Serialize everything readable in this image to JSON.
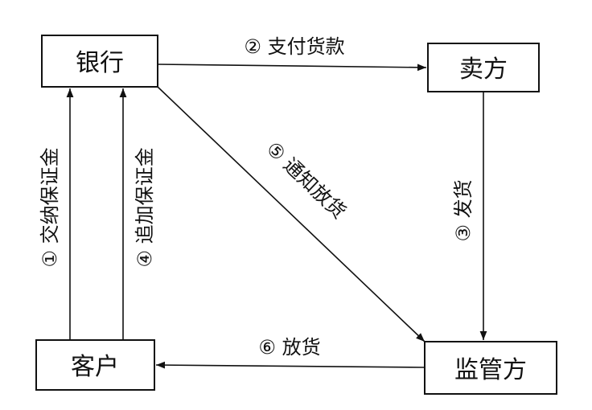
{
  "nodes": {
    "bank": "银行",
    "seller": "卖方",
    "customer": "客户",
    "regulator": "监管方"
  },
  "edges": {
    "pay_deposit": "① 交纳保证金",
    "add_deposit": "④ 追加保证金",
    "pay_goods": "② 支付货款",
    "ship": "③ 发货",
    "notify_release": "⑤ 通知放货",
    "release": "⑥ 放货"
  },
  "colors": {
    "stroke": "#111111",
    "background": "#ffffff"
  }
}
